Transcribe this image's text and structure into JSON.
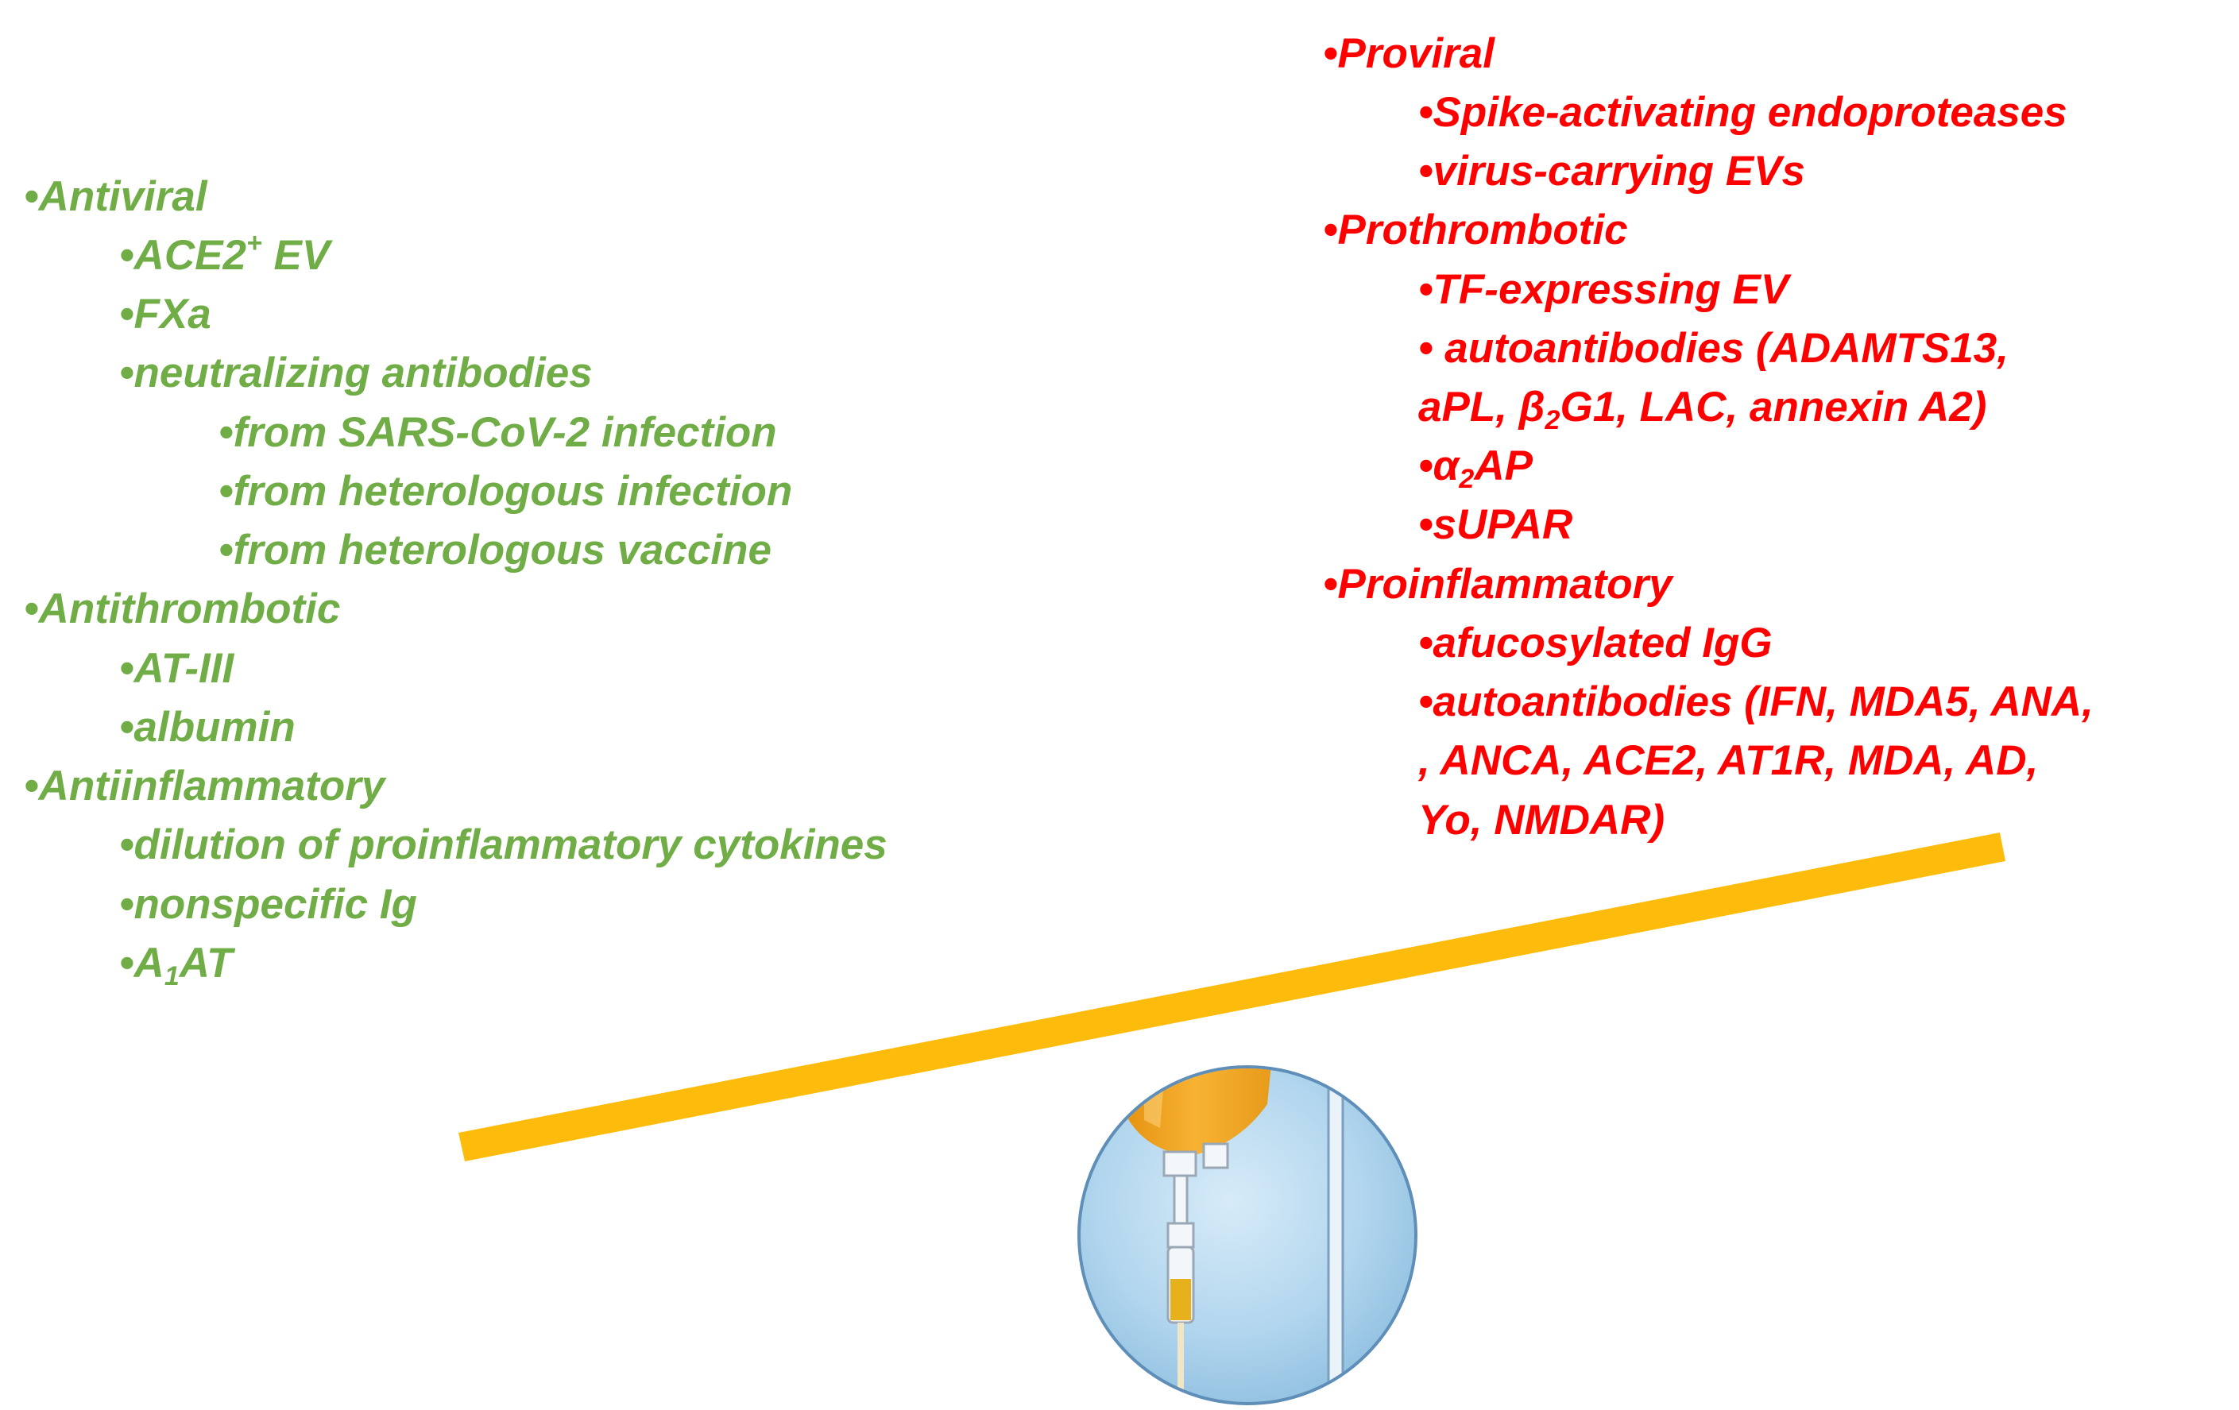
{
  "left_panel": {
    "color": "#70ad47",
    "antiviral": {
      "heading": "•Antiviral",
      "ace2_ev": {
        "pre": "•ACE2",
        "sup": "+",
        "post": " EV"
      },
      "fxa": "•FXa",
      "neutralizing_antibodies": "•neutralizing antibodies",
      "from_sars": "•from SARS-CoV-2 infection",
      "from_heterologous_infection": "•from heterologous infection",
      "from_heterologous_vaccine": "•from heterologous vaccine"
    },
    "antithrombotic": {
      "heading": "•Antithrombotic",
      "at3": "•AT-III",
      "albumin": "•albumin"
    },
    "antiinflammatory": {
      "heading": "•Antiinflammatory",
      "dilution": "•dilution of proinflammatory cytokines",
      "nonspecific_ig": "•nonspecific Ig",
      "a1at": {
        "pre": "•A",
        "sub": "1",
        "post": "AT"
      }
    }
  },
  "right_panel": {
    "color": "#ff0000",
    "proviral": {
      "heading": "•Proviral",
      "spike": "•Spike-activating endoproteases",
      "evs": "•virus-carrying EVs"
    },
    "prothrombotic": {
      "heading": "•Prothrombotic",
      "tf_ev": "•TF-expressing EV",
      "autoantibodies_line1": "• autoantibodies (ADAMTS13,",
      "autoantibodies_line2": {
        "pre": "aPL, β",
        "sub": "2",
        "post": "G1, LAC, annexin A2)"
      },
      "a2ap": {
        "pre": "•α",
        "sub": "2",
        "post": "AP"
      },
      "supar": "•sUPAR"
    },
    "proinflammatory": {
      "heading": "•Proinflammatory",
      "afucosylated": "•afucosylated IgG",
      "autoantibodies_line1": "•autoantibodies (IFN, MDA5, ANA,",
      "autoantibodies_line2": ", ANCA, ACE2, AT1R, MDA, AD,",
      "autoantibodies_line3": "Yo, NMDAR)"
    }
  },
  "illustration": {
    "seesaw_color": "#fdbc0c",
    "seesaw_tilt": "left-side down",
    "fulcrum_icon": "iv-plasma-bag-icon",
    "circle_color": "#aacde9",
    "bag_color": "#f0a31c"
  }
}
